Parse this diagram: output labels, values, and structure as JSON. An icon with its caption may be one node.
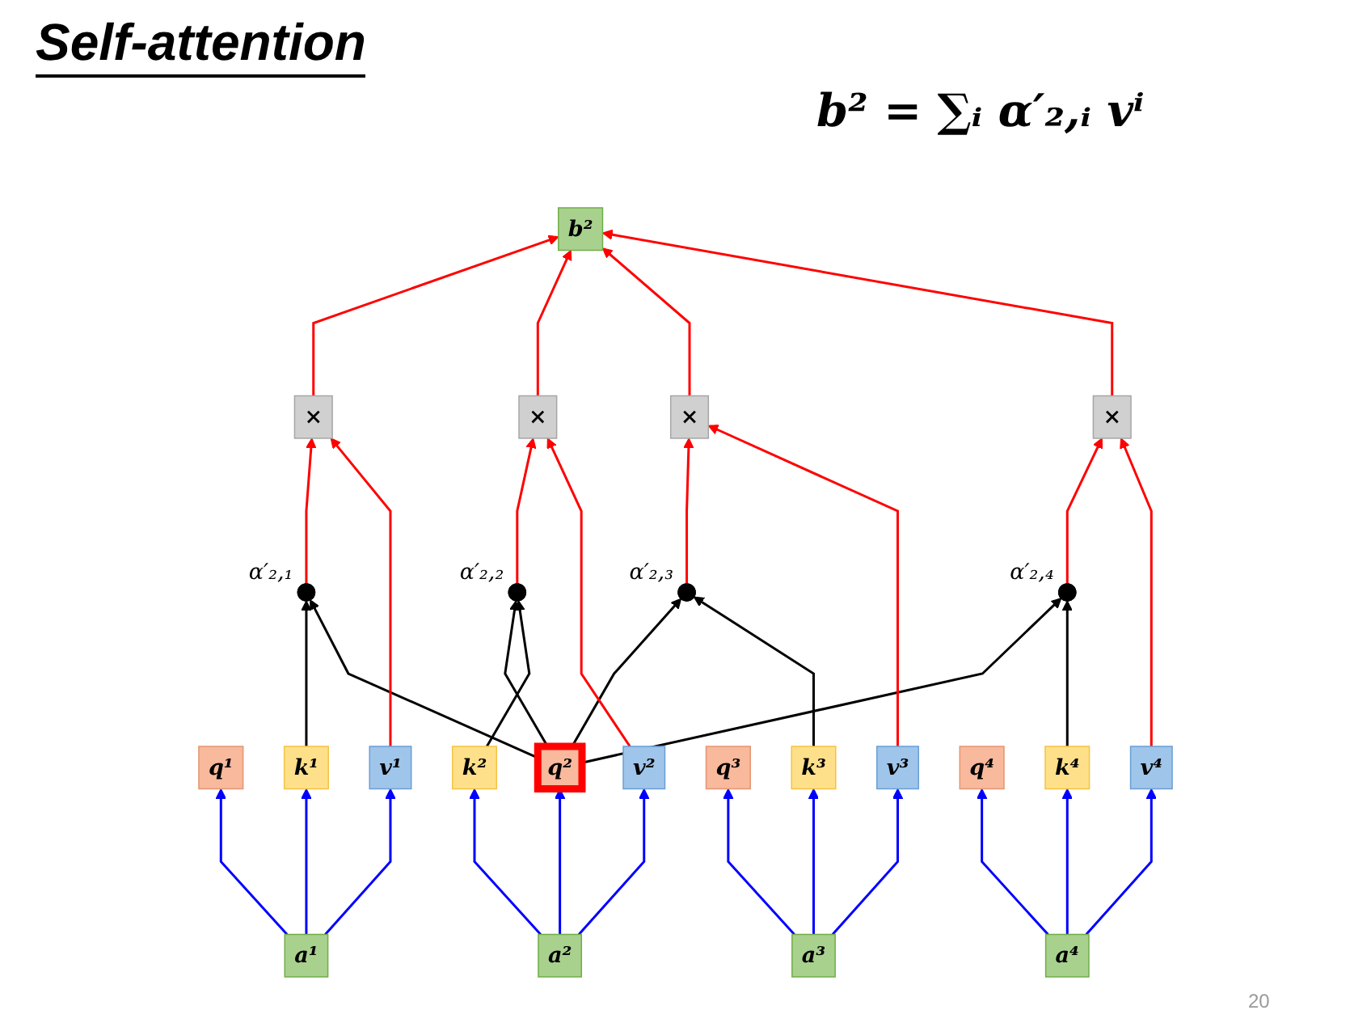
{
  "diagram": {
    "title": "Self-attention",
    "nodes": [
      {
        "text": [
          "b²"
        ]
      },
      {
        "text": [],
        "shape": "circle",
        "beside": [
          "α′₂,₁"
        ]
      },
      {
        "text": [
          "×"
        ]
      },
      {
        "text": [],
        "shape": "circle",
        "beside": [
          "α′₂,₂"
        ]
      },
      {
        "text": [
          "×"
        ]
      },
      {
        "text": [],
        "shape": "circle",
        "beside": [
          "α′₂,₃"
        ]
      },
      {
        "text": [
          "×"
        ]
      },
      {
        "text": [],
        "shape": "circle",
        "beside": [
          "α′₂,₄"
        ]
      },
      {
        "text": [
          "×"
        ]
      },
      {
        "text": [
          "q¹"
        ]
      },
      {
        "text": [
          "k¹"
        ]
      },
      {
        "text": [
          "v¹"
        ]
      },
      {
        "text": [
          "q²"
        ]
      },
      {
        "text": [
          "k²"
        ]
      },
      {
        "text": [
          "v²"
        ]
      },
      {
        "text": [
          "q³"
        ]
      },
      {
        "text": [
          "k³"
        ]
      },
      {
        "text": [
          "v³"
        ]
      },
      {
        "text": [
          "q⁴"
        ]
      },
      {
        "text": [
          "k⁴"
        ]
      },
      {
        "text": [
          "v⁴"
        ]
      },
      {
        "text": [
          "a¹"
        ]
      },
      {
        "text": [
          "a²"
        ]
      },
      {
        "text": [
          "a³"
        ]
      },
      {
        "text": [
          "a⁴"
        ]
      }
    ],
    "edges": [
      {
        "from": 21,
        "to": 9,
        "arrow": "to",
        "color": "#0000ff"
      },
      {
        "from": 21,
        "to": 10,
        "arrow": "to",
        "color": "#0000ff"
      },
      {
        "from": 21,
        "to": 11,
        "arrow": "to",
        "color": "#0000ff"
      },
      {
        "from": 22,
        "to": 12,
        "arrow": "to",
        "color": "#0000ff"
      },
      {
        "from": 22,
        "to": 13,
        "arrow": "to",
        "color": "#0000ff"
      },
      {
        "from": 22,
        "to": 14,
        "arrow": "to",
        "color": "#0000ff"
      },
      {
        "from": 23,
        "to": 15,
        "arrow": "to",
        "color": "#0000ff"
      },
      {
        "from": 23,
        "to": 16,
        "arrow": "to",
        "color": "#0000ff"
      },
      {
        "from": 23,
        "to": 17,
        "arrow": "to",
        "color": "#0000ff"
      },
      {
        "from": 24,
        "to": 18,
        "arrow": "to",
        "color": "#0000ff"
      },
      {
        "from": 24,
        "to": 19,
        "arrow": "to",
        "color": "#0000ff"
      },
      {
        "from": 24,
        "to": 20,
        "arrow": "to",
        "color": "#0000ff"
      },
      {
        "from": 10,
        "to": 1,
        "arrow": "to",
        "color": "#000000"
      },
      {
        "from": 12,
        "to": 1,
        "arrow": "to",
        "color": "#000000"
      },
      {
        "from": 12,
        "to": 3,
        "arrow": "to",
        "color": "#000000"
      },
      {
        "from": 13,
        "to": 3,
        "arrow": "to",
        "color": "#000000"
      },
      {
        "from": 12,
        "to": 5,
        "arrow": "to",
        "color": "#000000"
      },
      {
        "from": 16,
        "to": 5,
        "arrow": "to",
        "color": "#000000"
      },
      {
        "from": 12,
        "to": 7,
        "arrow": "to",
        "color": "#000000"
      },
      {
        "from": 19,
        "to": 7,
        "arrow": "to",
        "color": "#000000"
      },
      {
        "from": 1,
        "to": 2,
        "arrow": "to",
        "color": "#ff0000"
      },
      {
        "from": 11,
        "to": 2,
        "arrow": "to",
        "color": "#ff0000"
      },
      {
        "from": 3,
        "to": 4,
        "arrow": "to",
        "color": "#ff0000"
      },
      {
        "from": 14,
        "to": 4,
        "arrow": "to",
        "color": "#ff0000"
      },
      {
        "from": 5,
        "to": 6,
        "arrow": "to",
        "color": "#ff0000"
      },
      {
        "from": 17,
        "to": 6,
        "arrow": "to",
        "color": "#ff0000"
      },
      {
        "from": 7,
        "to": 8,
        "arrow": "to",
        "color": "#ff0000"
      },
      {
        "from": 20,
        "to": 8,
        "arrow": "to",
        "color": "#ff0000"
      },
      {
        "from": 2,
        "to": 0,
        "arrow": "to",
        "color": "#ff0000"
      },
      {
        "from": 4,
        "to": 0,
        "arrow": "to",
        "color": "#ff0000"
      },
      {
        "from": 6,
        "to": 0,
        "arrow": "to",
        "color": "#ff0000"
      },
      {
        "from": 8,
        "to": 0,
        "arrow": "to",
        "color": "#ff0000"
      }
    ],
    "labels": [
      "b² = ∑ᵢ α′₂,ᵢ vⁱ",
      "20"
    ]
  }
}
